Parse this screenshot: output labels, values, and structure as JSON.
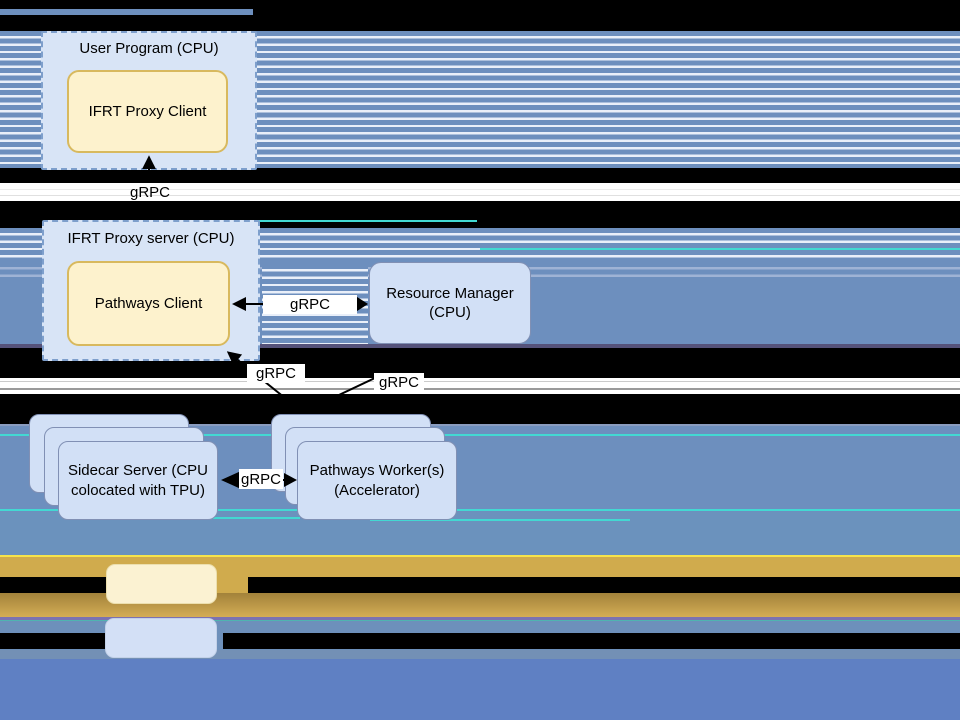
{
  "nodes": {
    "user_program": {
      "title": "User Program (CPU)"
    },
    "ifrt_proxy_client": {
      "label": "IFRT Proxy Client"
    },
    "ifrt_proxy_server": {
      "title": "IFRT Proxy server (CPU)"
    },
    "pathways_client": {
      "label": "Pathways Client"
    },
    "resource_manager": {
      "line1": "Resource Manager",
      "line2": "(CPU)"
    },
    "sidecar_server": {
      "line1": "Sidecar Server (CPU",
      "line2": "colocated with TPU)"
    },
    "pathways_workers": {
      "line1": "Pathways Worker(s)",
      "line2": "(Accelerator)"
    }
  },
  "edge_labels": {
    "user_to_client": "gRPC",
    "manager_to_pathways": "gRPC",
    "workers_to_pathways": "gRPC",
    "workers_to_manager": "gRPC",
    "sidecar_to_workers": "gRPC"
  },
  "legend": {
    "swatches": [
      {
        "fill": "#fdf2cd"
      },
      {
        "fill": "#d2e0f6"
      }
    ]
  },
  "colors": {
    "container_fill": "#d8e4f6",
    "container_border": "#7e9fcc",
    "yellow_fill": "#fdf2cd",
    "yellow_border": "#d8b95e",
    "blue_fill": "#d2e0f6",
    "blue_border": "#8190b4",
    "stripe_blue": "#6d8fbe",
    "stripe_light": "#e9eff9",
    "bottom_blue": "#5f80c3",
    "gold_band": "#d0ab4d",
    "yellow_line": "#f6e44c",
    "cyan_artifact": "#43d8d2",
    "arrow": "#000000"
  }
}
